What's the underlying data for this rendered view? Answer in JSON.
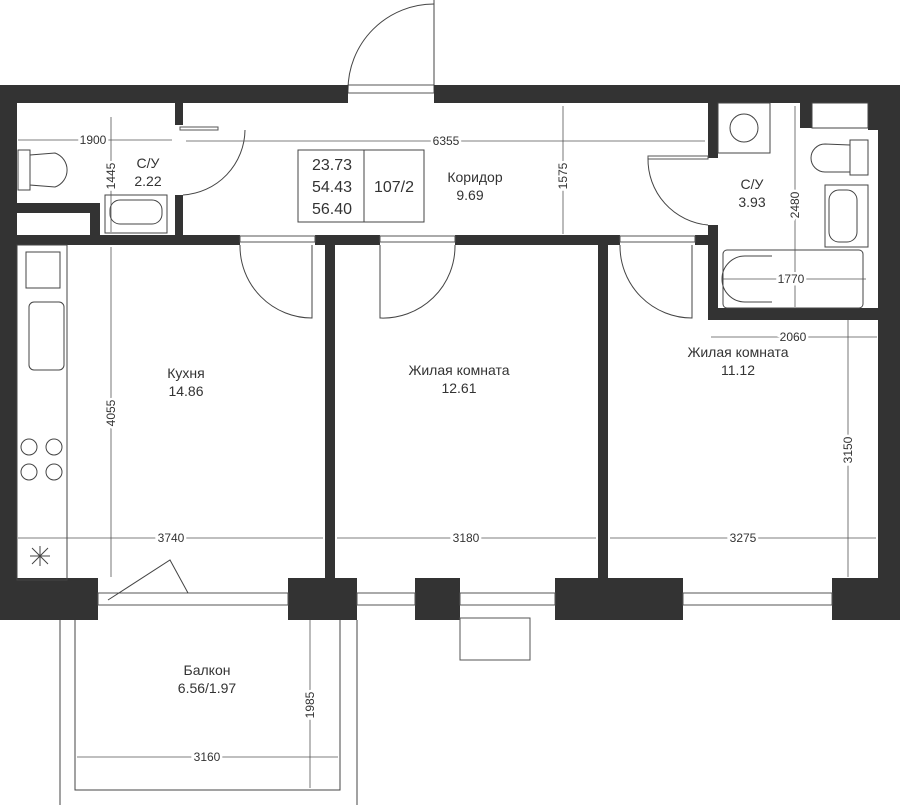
{
  "summary": {
    "living_area": "23.73",
    "total_area": "54.43",
    "total_with_balcony": "56.40",
    "apartment_no": "107/2"
  },
  "rooms": {
    "wc1": {
      "name": "С/У",
      "area": "2.22"
    },
    "corridor": {
      "name": "Коридор",
      "area": "9.69"
    },
    "wc2": {
      "name": "С/У",
      "area": "3.93"
    },
    "kitchen": {
      "name": "Кухня",
      "area": "14.86"
    },
    "room1": {
      "name": "Жилая комната",
      "area": "12.61"
    },
    "room2": {
      "name": "Жилая комната",
      "area": "11.12"
    },
    "balcony": {
      "name": "Балкон",
      "area": "6.56/1.97"
    }
  },
  "dimensions": {
    "wc1_w": "1900",
    "wc1_h": "1445",
    "corridor_w": "6355",
    "corridor_h": "1575",
    "wc2_h": "2480",
    "bath_w": "1770",
    "room2_top": "2060",
    "room2_h": "3150",
    "kitchen_h": "4055",
    "kitchen_w": "3740",
    "room1_w": "3180",
    "room2_w": "3275",
    "balcony_h": "1985",
    "balcony_w": "3160"
  }
}
